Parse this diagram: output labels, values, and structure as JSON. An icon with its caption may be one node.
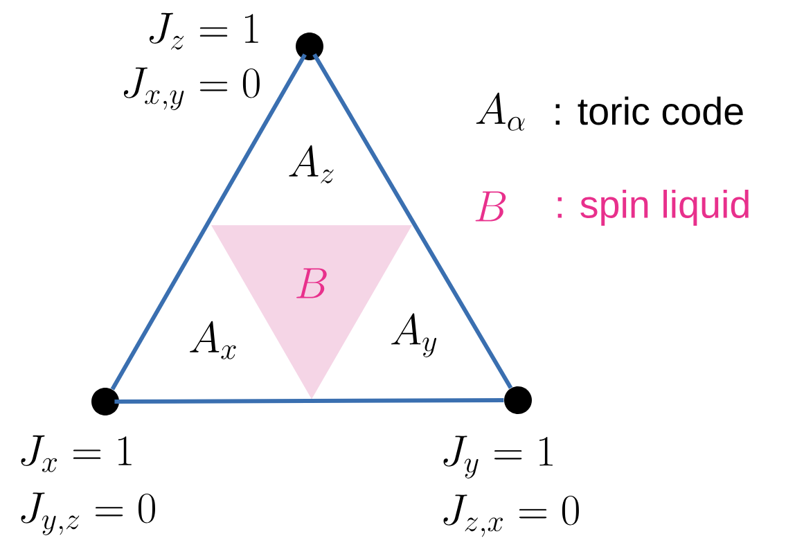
{
  "diagram": {
    "nodes": [
      {
        "text": [],
        "shape": "circle",
        "beside": [
          "J_z = 1",
          "J_{x,y} = 0"
        ]
      },
      {
        "text": [],
        "shape": "circle",
        "beside": [
          "J_x = 1",
          "J_{y,z} = 0"
        ]
      },
      {
        "text": [],
        "shape": "circle",
        "beside": [
          "J_y = 1",
          "J_{z,x} = 0"
        ]
      },
      {
        "text": [
          "B"
        ]
      }
    ],
    "edges": [
      {
        "from": 0,
        "to": 1,
        "arrow": "none"
      },
      {
        "from": 0,
        "to": 2,
        "arrow": "none"
      },
      {
        "from": 1,
        "to": 2,
        "arrow": "none"
      }
    ],
    "labels": [
      "A_z",
      "A_\\alpha",
      ": toric code",
      "B",
      ": spin liquid",
      "A_x",
      "A_y"
    ]
  }
}
